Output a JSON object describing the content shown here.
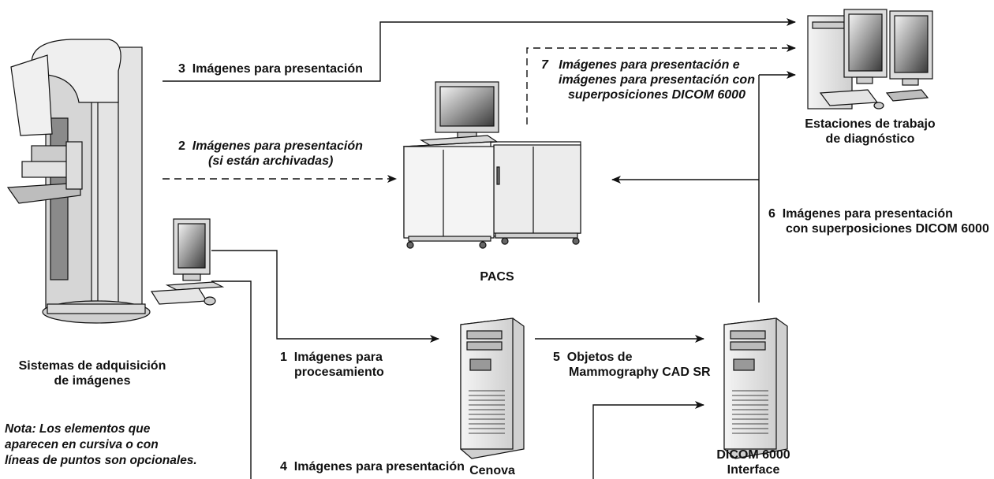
{
  "nodes": {
    "acquisition": {
      "line1": "Sistemas de adquisición",
      "line2": "de imágenes"
    },
    "pacs": {
      "label": "PACS"
    },
    "workstations": {
      "line1": "Estaciones de trabajo",
      "line2": "de diagnóstico"
    },
    "cenova": {
      "label": "Cenova"
    },
    "dicom": {
      "line1": "DICOM 6000",
      "line2": "Interface"
    }
  },
  "flows": [
    {
      "number": "1",
      "line1": "Imágenes para",
      "line2": "procesamiento",
      "optional": false
    },
    {
      "number": "2",
      "line1": "Imágenes para presentación",
      "line2": "(si están archivadas)",
      "optional": true
    },
    {
      "number": "3",
      "line1": "Imágenes para presentación",
      "optional": false
    },
    {
      "number": "4",
      "line1": "Imágenes para presentación",
      "optional": false
    },
    {
      "number": "5",
      "line1": "Objetos de",
      "line2": "Mammography CAD SR",
      "optional": false
    },
    {
      "number": "6",
      "line1": "Imágenes para presentación",
      "line2": "con superposiciones DICOM 6000",
      "optional": false
    },
    {
      "number": "7",
      "line1": "Imágenes para presentación e",
      "line2": "imágenes para presentación con",
      "line3": "superposiciones DICOM 6000",
      "optional": true
    }
  ],
  "note": {
    "bold_prefix": "Nota:",
    "line1": " Los elementos que",
    "line2": "aparecen en cursiva o con",
    "line3": "líneas de puntos son opcionales."
  },
  "colors": {
    "line": "#111111",
    "device_fill": "#e6e6e6",
    "device_dark": "#9a9a9a",
    "screen": "#555555"
  }
}
